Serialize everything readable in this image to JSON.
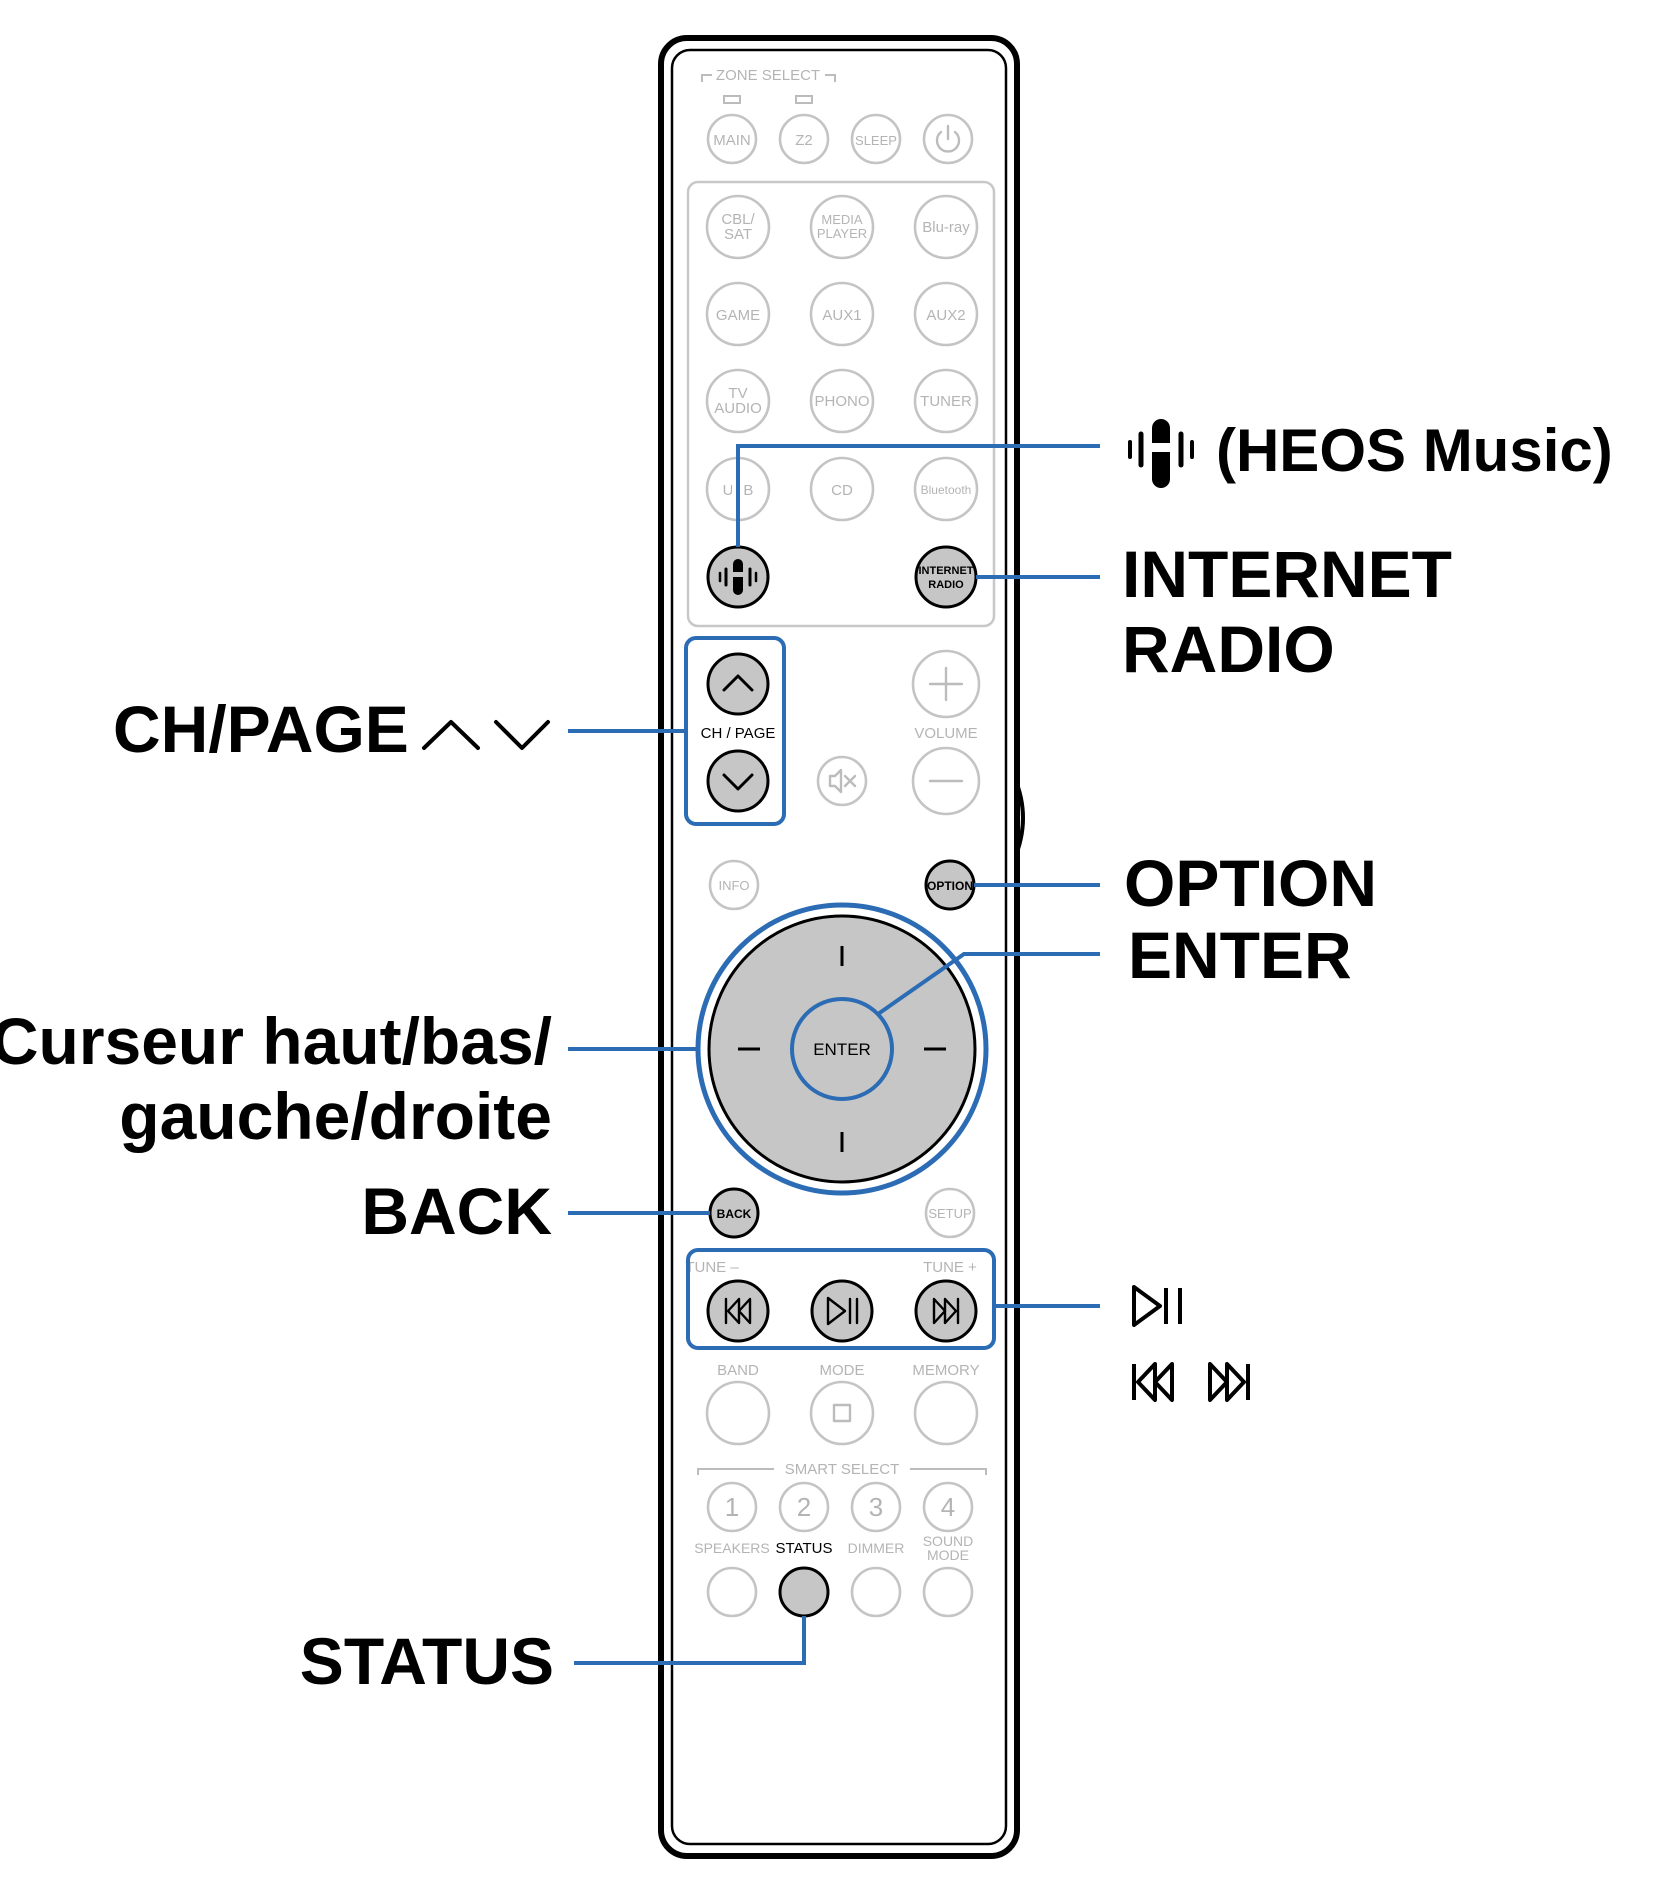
{
  "remote": {
    "zone_select": "ZONE SELECT",
    "top_buttons": [
      "MAIN",
      "Z2",
      "SLEEP"
    ],
    "sources": {
      "cbl_sat": [
        "CBL/",
        "SAT"
      ],
      "media_player": [
        "MEDIA",
        "PLAYER"
      ],
      "bluray": "Blu-ray",
      "game": "GAME",
      "aux1": "AUX1",
      "aux2": "AUX2",
      "tv_audio": [
        "TV",
        "AUDIO"
      ],
      "phono": "PHONO",
      "tuner": "TUNER",
      "usb": "USB",
      "cd": "CD",
      "bluetooth": "Bluetooth",
      "internet_radio": [
        "INTERNET",
        "RADIO"
      ]
    },
    "ch_page": "CH / PAGE",
    "volume": "VOLUME",
    "info": "INFO",
    "option": "OPTION",
    "enter": "ENTER",
    "back": "BACK",
    "setup": "SETUP",
    "tune_minus": "TUNE –",
    "tune_plus": "TUNE +",
    "band": "BAND",
    "mode": "MODE",
    "memory": "MEMORY",
    "smart_select": "SMART SELECT",
    "numbers": [
      "1",
      "2",
      "3",
      "4"
    ],
    "bottom_labels": {
      "speakers": "SPEAKERS",
      "status": "STATUS",
      "dimmer": "DIMMER",
      "sound_mode": [
        "SOUND",
        "MODE"
      ]
    }
  },
  "callouts": {
    "heos": "(HEOS Music)",
    "internet_radio": [
      "INTERNET",
      "RADIO"
    ],
    "ch_page": "CH/PAGE",
    "option": "OPTION",
    "enter": "ENTER",
    "cursor": [
      "Curseur haut/bas/",
      "gauche/droite"
    ],
    "back": "BACK",
    "status": "STATUS"
  },
  "colors": {
    "callout_blue": "#2b6cb4",
    "active_button_fill": "#c6c6c6",
    "inactive_stroke": "#c4c4c4"
  }
}
